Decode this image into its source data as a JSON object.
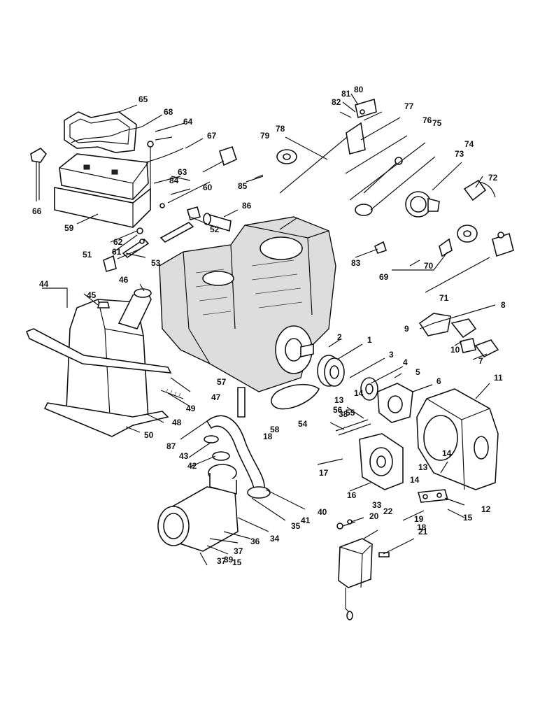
{
  "labels": [
    "1",
    "2",
    "3",
    "4",
    "5",
    "6",
    "7",
    "8",
    "9",
    "10",
    "11",
    "12",
    "13",
    "13",
    "14",
    "14",
    "14",
    "15",
    "15",
    "16",
    "17",
    "18",
    "18",
    "19",
    "20",
    "21",
    "22",
    "33",
    "34",
    "35",
    "36",
    "37",
    "37",
    "38",
    "39",
    "40",
    "41",
    "42",
    "43",
    "44",
    "45",
    "46",
    "47",
    "48",
    "49",
    "50",
    "51",
    "52",
    "53",
    "54",
    "55",
    "56",
    "57",
    "58",
    "59",
    "60",
    "61",
    "62",
    "63",
    "64",
    "65",
    "66",
    "67",
    "68",
    "69",
    "70",
    "71",
    "72",
    "73",
    "74",
    "75",
    "76",
    "77",
    "78",
    "79",
    "80",
    "81",
    "82",
    "83",
    "84",
    "85",
    "86",
    "87"
  ]
}
